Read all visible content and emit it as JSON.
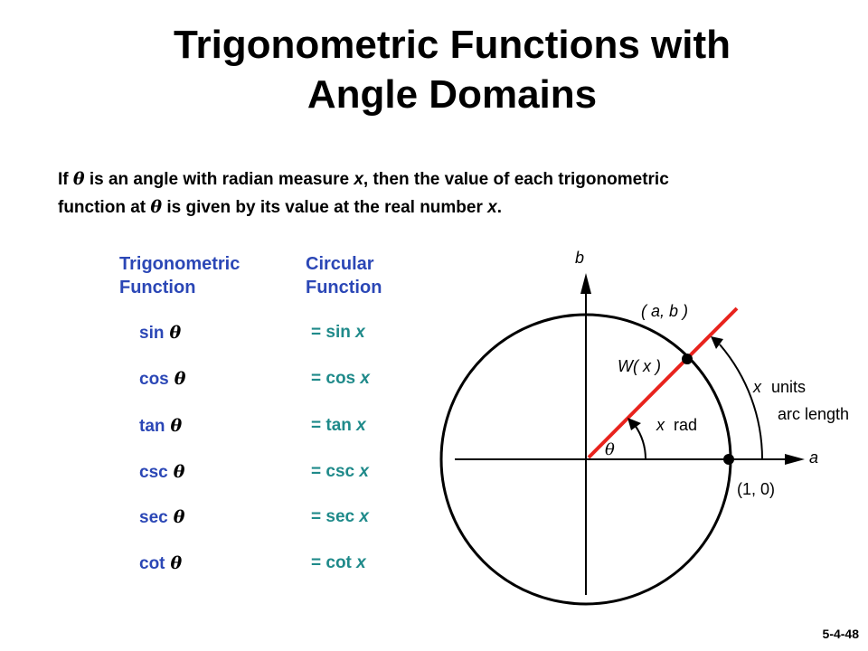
{
  "title": {
    "line1": "Trigonometric Functions with",
    "line2": "Angle Domains"
  },
  "intro": {
    "line1_a": "If ",
    "line1_theta": "θ",
    "line1_b": " is an angle with radian measure ",
    "line1_x": "x",
    "line1_c": ", then the value of each trigonometric",
    "line2_a": "function at ",
    "line2_theta": "θ",
    "line2_b": " is given by its value at the real number ",
    "line2_x": "x",
    "line2_c": "."
  },
  "headers": {
    "trig_line1": "Trigonometric",
    "trig_line2": "Function",
    "circ_line1": "Circular",
    "circ_line2": "Function"
  },
  "rows": [
    {
      "fn": "sin",
      "theta": "θ",
      "eq": "= sin ",
      "var": "x"
    },
    {
      "fn": "cos",
      "theta": "θ",
      "eq": "= cos ",
      "var": "x"
    },
    {
      "fn": "tan",
      "theta": "θ",
      "eq": "= tan ",
      "var": "x"
    },
    {
      "fn": "csc",
      "theta": "θ",
      "eq": "= csc ",
      "var": "x"
    },
    {
      "fn": "sec",
      "theta": "θ",
      "eq": "= sec ",
      "var": "x"
    },
    {
      "fn": "cot",
      "theta": "θ",
      "eq": "= cot ",
      "var": "x"
    }
  ],
  "diagram": {
    "axis_b": "b",
    "axis_a": "a",
    "point_ab": "( a,  b )",
    "w_label": "W( x )",
    "x_units_x": "x",
    "x_units_label": "units",
    "arc_length": "arc length",
    "x_rad_x": "x",
    "x_rad_label": "rad",
    "theta": "θ",
    "point_10": "(1, 0)"
  },
  "colors": {
    "ray": "#e8231d",
    "header_blue": "#2b47b6",
    "circular_teal": "#1f8a8a"
  },
  "slide_number": "5-4-48"
}
